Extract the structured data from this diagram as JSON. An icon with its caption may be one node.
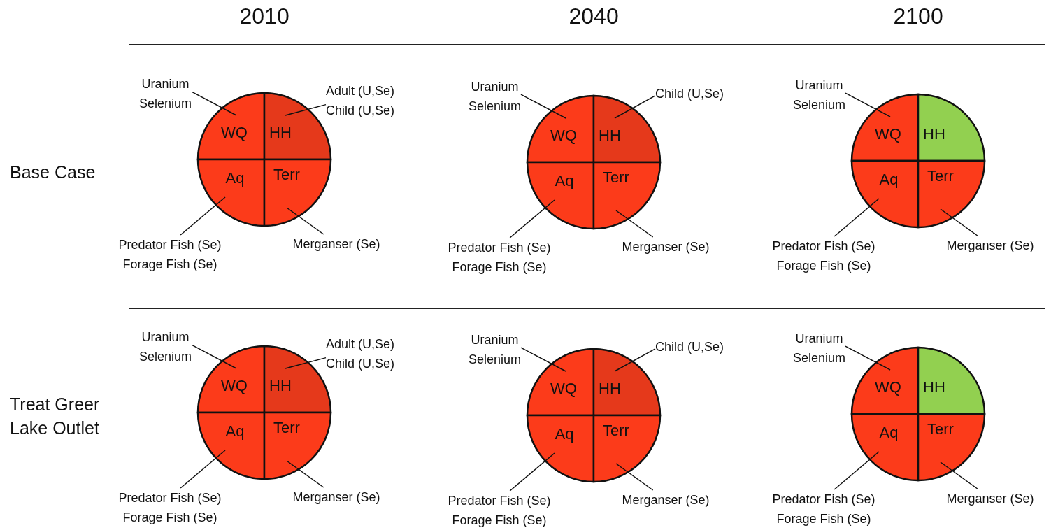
{
  "diagram": {
    "nodes": [
      {
        "text": [
          "Uranium",
          "Selenium"
        ]
      },
      {
        "text": [
          "Adult (U,Se)",
          "Child (U,Se)"
        ]
      },
      {
        "text": [
          "WQ"
        ]
      },
      {
        "text": [
          "HH"
        ]
      },
      {
        "text": [
          "Aq"
        ]
      },
      {
        "text": [
          "Terr"
        ]
      },
      {
        "text": [
          "Predator Fish (Se)",
          "Forage Fish (Se)"
        ]
      },
      {
        "text": [
          "Merganser (Se)"
        ]
      },
      {
        "text": [
          "Uranium",
          "Selenium"
        ]
      },
      {
        "text": [
          "Child (U,Se)"
        ]
      },
      {
        "text": [
          "WQ"
        ]
      },
      {
        "text": [
          "HH"
        ]
      },
      {
        "text": [
          "Aq"
        ]
      },
      {
        "text": [
          "Terr"
        ]
      },
      {
        "text": [
          "Predator Fish (Se)",
          "Forage Fish (Se)"
        ]
      },
      {
        "text": [
          "Merganser (Se)"
        ]
      },
      {
        "text": [
          "Uranium",
          "Selenium"
        ]
      },
      {
        "text": [
          "WQ"
        ]
      },
      {
        "text": [
          "HH"
        ]
      },
      {
        "text": [
          "Aq"
        ]
      },
      {
        "text": [
          "Terr"
        ]
      },
      {
        "text": [
          "Predator Fish (Se)",
          "Forage Fish (Se)"
        ]
      },
      {
        "text": [
          "Merganser (Se)"
        ]
      },
      {
        "text": [
          "Uranium",
          "Selenium"
        ]
      },
      {
        "text": [
          "Adult (U,Se)",
          "Child (U,Se)"
        ]
      },
      {
        "text": [
          "WQ"
        ]
      },
      {
        "text": [
          "HH"
        ]
      },
      {
        "text": [
          "Aq"
        ]
      },
      {
        "text": [
          "Terr"
        ]
      },
      {
        "text": [
          "Predator Fish (Se)",
          "Forage Fish (Se)"
        ]
      },
      {
        "text": [
          "Merganser (Se)"
        ]
      },
      {
        "text": [
          "Uranium",
          "Selenium"
        ]
      },
      {
        "text": [
          "Child (U,Se)"
        ]
      },
      {
        "text": [
          "WQ"
        ]
      },
      {
        "text": [
          "HH"
        ]
      },
      {
        "text": [
          "Aq"
        ]
      },
      {
        "text": [
          "Terr"
        ]
      },
      {
        "text": [
          "Predator Fish (Se)",
          "Forage Fish (Se)"
        ]
      },
      {
        "text": [
          "Merganser (Se)"
        ]
      },
      {
        "text": [
          "Uranium",
          "Selenium"
        ]
      },
      {
        "text": [
          "WQ"
        ]
      },
      {
        "text": [
          "HH"
        ]
      },
      {
        "text": [
          "Aq"
        ]
      },
      {
        "text": [
          "Terr"
        ]
      },
      {
        "text": [
          "Predator Fish (Se)",
          "Forage Fish (Se)"
        ]
      },
      {
        "text": [
          "Merganser (Se)"
        ]
      }
    ],
    "edges": [
      {
        "from": 0,
        "to": 2,
        "arrow": "none"
      },
      {
        "from": 1,
        "to": 3,
        "arrow": "none"
      },
      {
        "from": 6,
        "to": 4,
        "arrow": "none"
      },
      {
        "from": 7,
        "to": 5,
        "arrow": "none"
      },
      {
        "from": 8,
        "to": 10,
        "arrow": "none"
      },
      {
        "from": 9,
        "to": 11,
        "arrow": "none"
      },
      {
        "from": 14,
        "to": 12,
        "arrow": "none"
      },
      {
        "from": 15,
        "to": 13,
        "arrow": "none"
      },
      {
        "from": 16,
        "to": 17,
        "arrow": "none"
      },
      {
        "from": 21,
        "to": 19,
        "arrow": "none"
      },
      {
        "from": 22,
        "to": 20,
        "arrow": "none"
      },
      {
        "from": 23,
        "to": 25,
        "arrow": "none"
      },
      {
        "from": 24,
        "to": 26,
        "arrow": "none"
      },
      {
        "from": 29,
        "to": 27,
        "arrow": "none"
      },
      {
        "from": 30,
        "to": 28,
        "arrow": "none"
      },
      {
        "from": 31,
        "to": 33,
        "arrow": "none"
      },
      {
        "from": 32,
        "to": 34,
        "arrow": "none"
      },
      {
        "from": 37,
        "to": 35,
        "arrow": "none"
      },
      {
        "from": 38,
        "to": 36,
        "arrow": "none"
      },
      {
        "from": 39,
        "to": 40,
        "arrow": "none"
      },
      {
        "from": 44,
        "to": 42,
        "arrow": "none"
      },
      {
        "from": 45,
        "to": 43,
        "arrow": "none"
      }
    ],
    "labels": [
      "2010",
      "2040",
      "2100",
      "Base Case",
      "Treat Greer Lake Outlet"
    ]
  }
}
